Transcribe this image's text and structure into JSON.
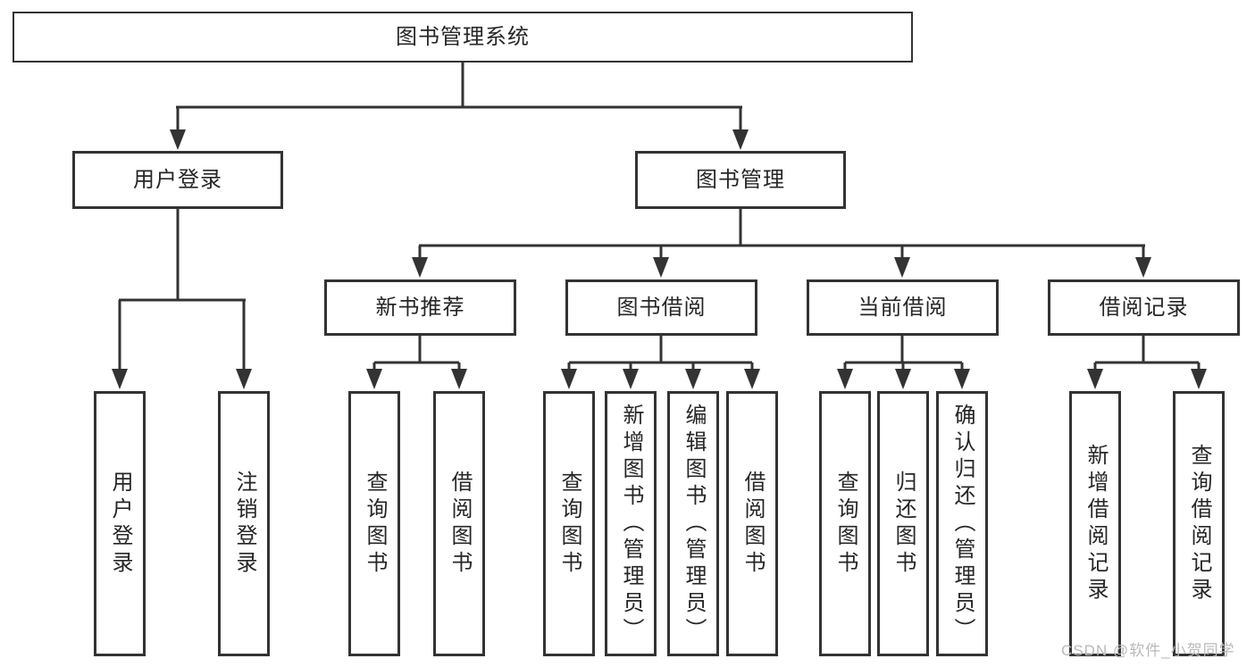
{
  "diagram": {
    "root": {
      "label": "图书管理系统"
    },
    "level2": [
      {
        "label": "用户登录"
      },
      {
        "label": "图书管理"
      }
    ],
    "level3": [
      {
        "label": "新书推荐"
      },
      {
        "label": "图书借阅"
      },
      {
        "label": "当前借阅"
      },
      {
        "label": "借阅记录"
      }
    ],
    "leaves": [
      {
        "label": "用户登录"
      },
      {
        "label": "注销登录"
      },
      {
        "label": "查询图书"
      },
      {
        "label": "借阅图书"
      },
      {
        "label": "查询图书"
      },
      {
        "label": "新增图书（管理员）"
      },
      {
        "label": "编辑图书（管理员）"
      },
      {
        "label": "借阅图书"
      },
      {
        "label": "查询图书"
      },
      {
        "label": "归还图书"
      },
      {
        "label": "确认归还（管理员）"
      },
      {
        "label": "新增借阅记录"
      },
      {
        "label": "查询借阅记录"
      }
    ]
  },
  "watermark": {
    "text": "CSDN @软件_小贺同学"
  },
  "colors": {
    "line": "#333333",
    "box_border": "#333333",
    "text": "#262626",
    "watermark": "#b9b9b9",
    "background": "#ffffff"
  }
}
